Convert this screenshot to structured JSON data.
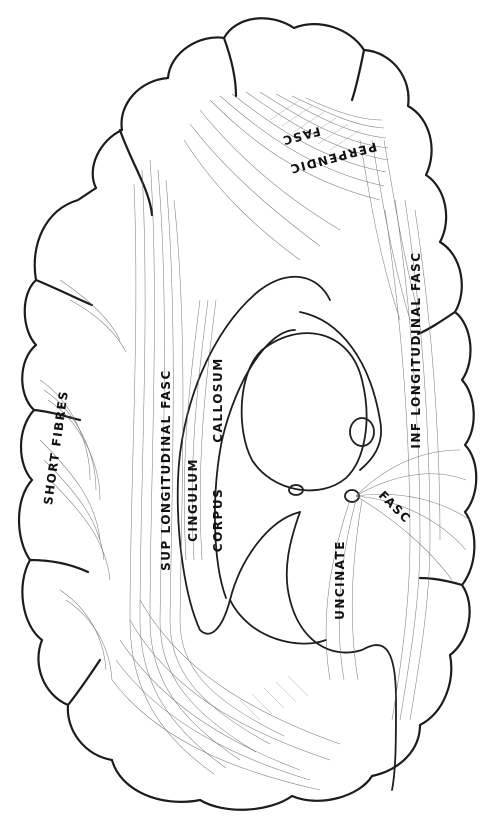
{
  "figure": {
    "labels": {
      "perpendic_1": "PERPENDIC",
      "perpendic_2": "FASC",
      "sup_long": "SUP LONGITUDINAL FASC",
      "cingulum": "CINGULUM",
      "corpus": "CORPUS",
      "callosum": "CALLOSUM",
      "short_fibres": "SHORT FIBRES",
      "inf_long": "INF LONGITUDINAL FASC",
      "uncinate": "UNCINATE",
      "fasc": "FASC"
    }
  }
}
